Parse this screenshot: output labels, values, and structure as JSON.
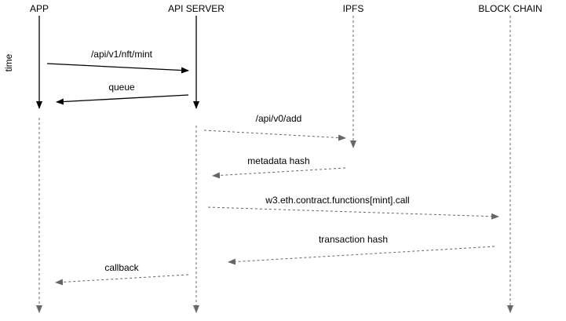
{
  "actors": {
    "app": "APP",
    "api_server": "API SERVER",
    "ipfs": "IPFS",
    "blockchain": "BLOCK CHAIN"
  },
  "axis_label": "time",
  "messages": {
    "mint_request": "/api/v1/nft/mint",
    "queue": "queue",
    "ipfs_add": "/api/v0/add",
    "metadata_hash": "metadata hash",
    "contract_call": "w3.eth.contract.functions[mint].call",
    "transaction_hash": "transaction hash",
    "callback": "callback"
  },
  "colors": {
    "solid_line": "#000000",
    "dashed_line": "#666666",
    "background": "#ffffff"
  }
}
